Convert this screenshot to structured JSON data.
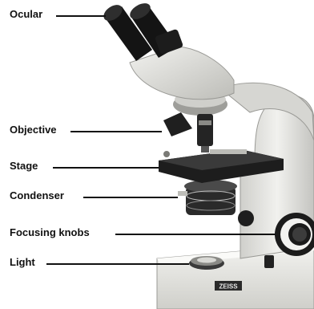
{
  "labels": {
    "ocular": "Ocular",
    "objective": "Objective",
    "stage": "Stage",
    "condenser": "Condenser",
    "focusing_knobs": "Focusing knobs",
    "light": "Light"
  },
  "brand": "ZEISS",
  "colors": {
    "text": "#111111",
    "body": "#e9e9e6",
    "dark": "#1c1c1c"
  }
}
